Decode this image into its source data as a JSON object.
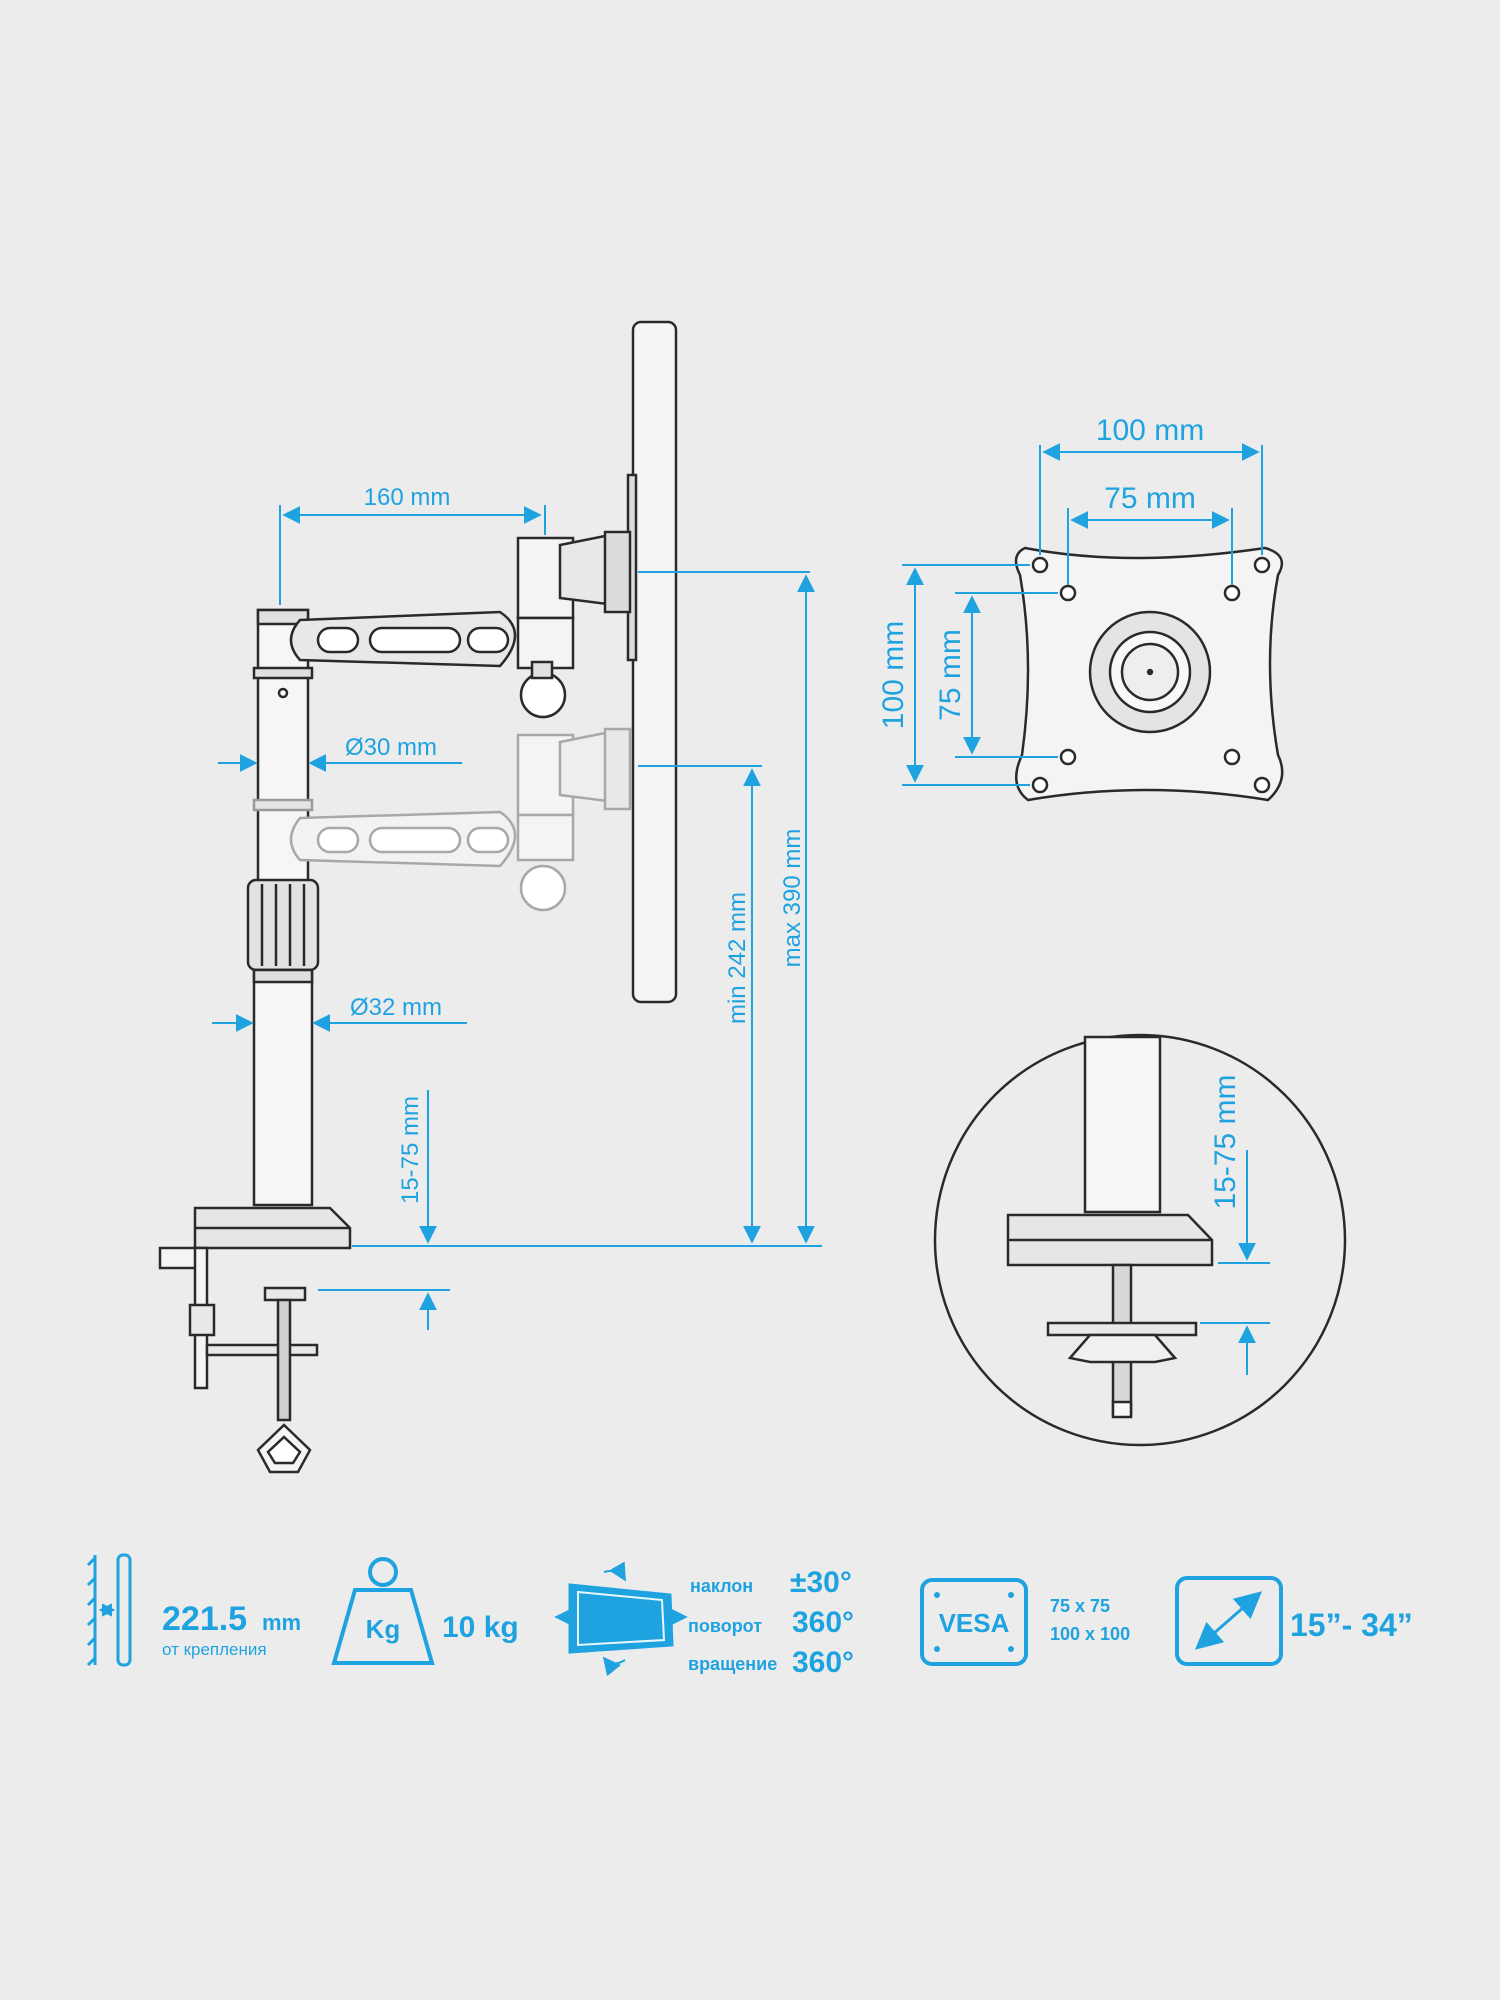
{
  "dimensions": {
    "arm_length": "160 mm",
    "upper_pole_diameter": "Ø30 mm",
    "lower_pole_diameter": "Ø32 mm",
    "min_height": "min 242 mm",
    "max_height": "max 390 mm",
    "clamp_range": "15-75 mm",
    "vesa_outer_h": "100 mm",
    "vesa_inner_h": "75 mm",
    "vesa_outer_v": "100 mm",
    "vesa_inner_v": "75 mm",
    "detail_clamp_range": "15-75 mm"
  },
  "features": {
    "distance_value": "221.5",
    "distance_unit": "mm",
    "distance_caption": "от крепления",
    "weight_icon_label": "Kg",
    "weight_value": "10 kg",
    "tilt_label": "наклон",
    "tilt_value": "±30°",
    "swivel_label": "поворот",
    "swivel_value": "360°",
    "rotate_label": "вращение",
    "rotate_value": "360°",
    "vesa_icon_label": "VESA",
    "vesa_sizes_1": "75 x 75",
    "vesa_sizes_2": "100 x 100",
    "screen_size": "15”- 34”"
  },
  "colors": {
    "accent": "#1fa3e0",
    "line": "#2a2a2a",
    "background": "#ececec"
  }
}
